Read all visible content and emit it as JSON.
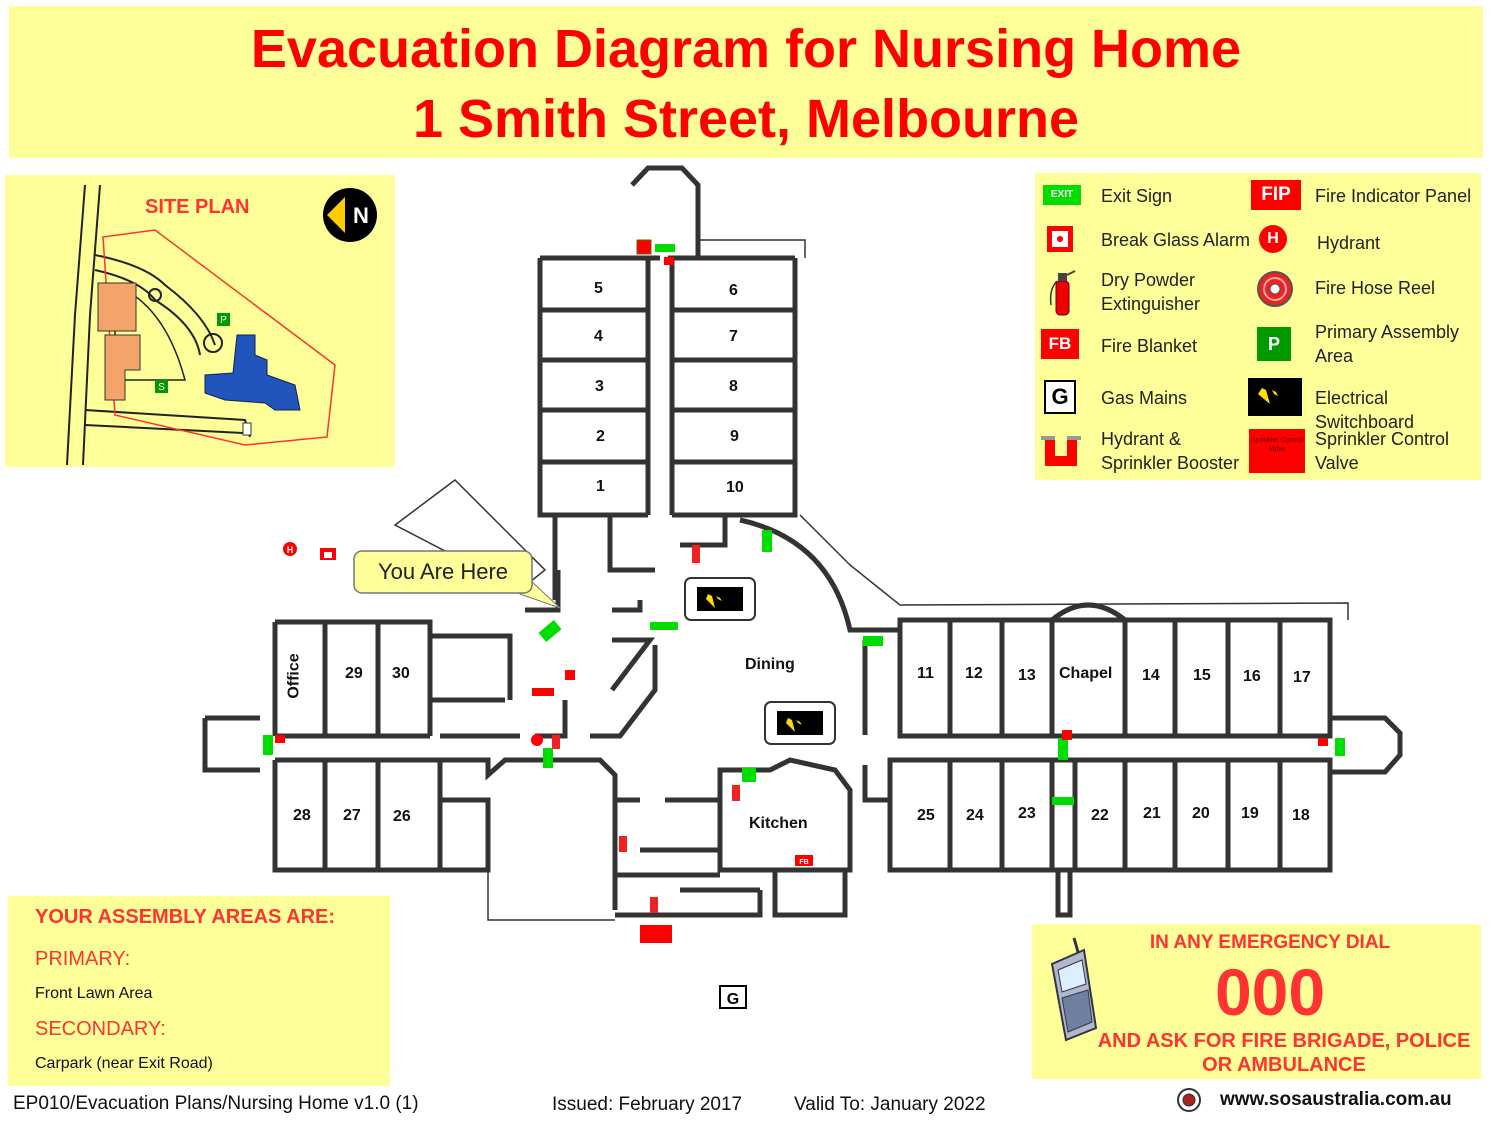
{
  "title": {
    "line1": "Evacuation Diagram for Nursing Home",
    "line2": "1 Smith Street, Melbourne"
  },
  "site_plan": {
    "label": "SITE PLAN",
    "north": "N",
    "parking_p": "P",
    "parking_s": "S"
  },
  "legend": {
    "exit_sign": {
      "icon_text": "EXIT",
      "label": "Exit Sign"
    },
    "break_glass": {
      "label": "Break Glass Alarm"
    },
    "extinguisher": {
      "label_line1": "Dry Powder",
      "label_line2": "Extinguisher"
    },
    "fire_blanket": {
      "icon_text": "FB",
      "label": "Fire Blanket"
    },
    "gas_mains": {
      "icon_text": "G",
      "label": "Gas Mains"
    },
    "booster": {
      "label_line1": "Hydrant &",
      "label_line2": "Sprinkler Booster"
    },
    "fip": {
      "icon_text": "FIP",
      "label": "Fire Indicator Panel"
    },
    "hydrant": {
      "icon_text": "H",
      "label": "Hydrant"
    },
    "hose_reel": {
      "label": "Fire Hose Reel"
    },
    "assembly": {
      "icon_text": "P",
      "label_line1": "Primary Assembly",
      "label_line2": "Area"
    },
    "switchboard": {
      "label": "Electrical Switchboard"
    },
    "sprinkler_valve": {
      "icon_text": "Sprinkler Control Valve",
      "label_line1": "Sprinkler Control",
      "label_line2": "Valve"
    }
  },
  "floorplan": {
    "you_are_here": "You Are Here",
    "rooms": {
      "r1": "1",
      "r2": "2",
      "r3": "3",
      "r4": "4",
      "r5": "5",
      "r6": "6",
      "r7": "7",
      "r8": "8",
      "r9": "9",
      "r10": "10",
      "r11": "11",
      "r12": "12",
      "r13": "13",
      "r14": "14",
      "r15": "15",
      "r16": "16",
      "r17": "17",
      "r18": "18",
      "r19": "19",
      "r20": "20",
      "r21": "21",
      "r22": "22",
      "r23": "23",
      "r24": "24",
      "r25": "25",
      "r26": "26",
      "r27": "27",
      "r28": "28",
      "r29": "29",
      "r30": "30",
      "office": "Office",
      "dining": "Dining",
      "chapel": "Chapel",
      "kitchen": "Kitchen"
    },
    "gas_marker": "G",
    "hydrant_marker": "H",
    "fb_marker": "FB"
  },
  "assembly": {
    "heading": "YOUR ASSEMBLY AREAS ARE:",
    "primary_label": "PRIMARY:",
    "primary_value": "Front Lawn Area",
    "secondary_label": "SECONDARY:",
    "secondary_value": "Carpark (near Exit Road)"
  },
  "emergency": {
    "heading": "IN ANY EMERGENCY DIAL",
    "number": "000",
    "line1": "AND ASK FOR FIRE BRIGADE, POLICE",
    "line2": "OR AMBULANCE"
  },
  "footer": {
    "doc_ref": "EP010/Evacuation Plans/Nursing Home v1.0 (1)",
    "issued": "Issued: February  2017",
    "valid": "Valid To: January 2022",
    "website": "www.sosaustralia.com.au"
  },
  "colors": {
    "panel_bg": "#ffff99",
    "title_red": "#ff0000",
    "exit_green": "#00dd00",
    "assembly_green": "#009900",
    "building_blue": "#2255bb",
    "neighbour_orange": "#f4a46a"
  }
}
